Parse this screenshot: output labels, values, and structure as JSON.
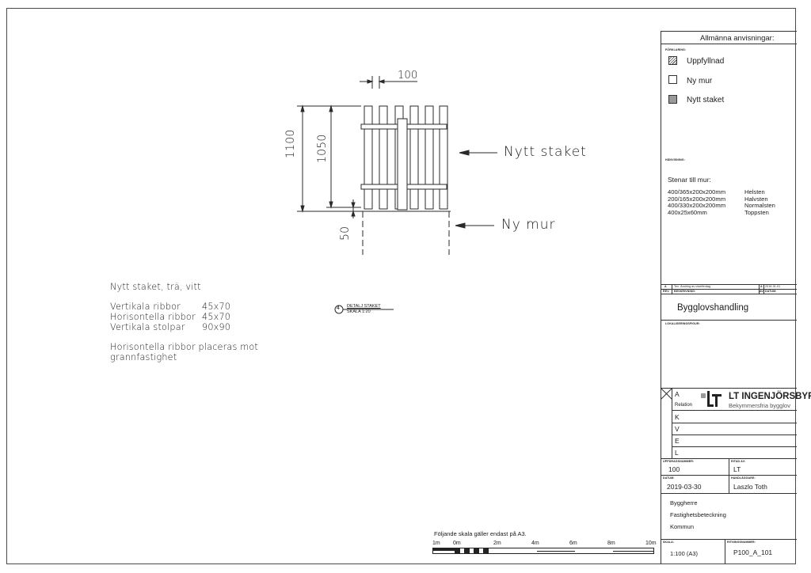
{
  "notes": {
    "title": "Nytt staket, trä, vitt",
    "specs": [
      {
        "label": "Vertikala ribbor",
        "value": "45x70"
      },
      {
        "label": "Horisontella ribbor",
        "value": "45x70"
      },
      {
        "label": "Vertikala stolpar",
        "value": "90x90"
      }
    ],
    "remark_line1": "Horisontella ribbor placeras mot",
    "remark_line2": "grannfastighet"
  },
  "drawing": {
    "dim_top": "100",
    "dim_height_total": "1100",
    "dim_height_fence": "1050",
    "dim_wall": "50",
    "label_fence": "Nytt staket",
    "label_wall": "Ny mur",
    "detail_number": "4",
    "detail_title": "DETALJ STAKET",
    "detail_scale": "SKALA 1:20"
  },
  "title_block": {
    "header": "Allmänna anvisningar:",
    "legend_caption": "FÖRKLARING:",
    "legend": [
      {
        "label": "Uppfyllnad",
        "icon": "hatch-swatch"
      },
      {
        "label": "Ny mur",
        "icon": "empty-swatch"
      },
      {
        "label": "Nytt staket",
        "icon": "grey-swatch"
      }
    ],
    "hanvisning_caption": "HÄNVISNING:",
    "stones_title": "Stenar till mur:",
    "stones": [
      {
        "size": "400/365x200x200mm",
        "name": "Helsten"
      },
      {
        "size": "200/165x200x200mm",
        "name": "Halvsten"
      },
      {
        "size": "400/330x200x200mm",
        "name": "Normalsten"
      },
      {
        "size": "400x25x60mm",
        "name": "Toppsten"
      }
    ],
    "revision_row": {
      "rev": "A",
      "desc": "Tex. Ändring av utseflerdag",
      "by": "A",
      "date": "2019-01-01"
    },
    "revision_headers": {
      "rev": "REV.",
      "desc": "BESKRIVNING:",
      "by": "AV:",
      "date": "DATUM:"
    },
    "status": "Bygglovshandling",
    "location_caption": "LOKALISERINGSFIGUR:",
    "relation_code": "A",
    "relation_label": "Relation",
    "company_name": "LT INGENJÖRSBYRÅ",
    "company_tagline": "Bekymmersfria bygglov",
    "letters": [
      "K",
      "V",
      "E",
      "L"
    ],
    "order_no_caption": "UPPDRAGSNUMMER:",
    "order_no": "100",
    "drawn_by_caption": "RITAD AV:",
    "drawn_by": "LT",
    "date_caption": "DATUM:",
    "date": "2019-03-30",
    "handled_by_caption": "HANDLÄGGARE:",
    "handled_by": "Laszlo Toth",
    "client_lines": [
      "Byggherre",
      "Fastighetsbeteckning",
      "Kommun"
    ],
    "scale_caption": "SKALA:",
    "scale": "1:100 (A3)",
    "drawing_no_caption": "RITNINGSNUMMER:",
    "drawing_no": "P100_A_101"
  },
  "scale_bar": {
    "note": "Följande skala gäller endast på A3.",
    "ticks": [
      "1m",
      "0m",
      "2m",
      "4m",
      "6m",
      "8m",
      "10m"
    ]
  }
}
